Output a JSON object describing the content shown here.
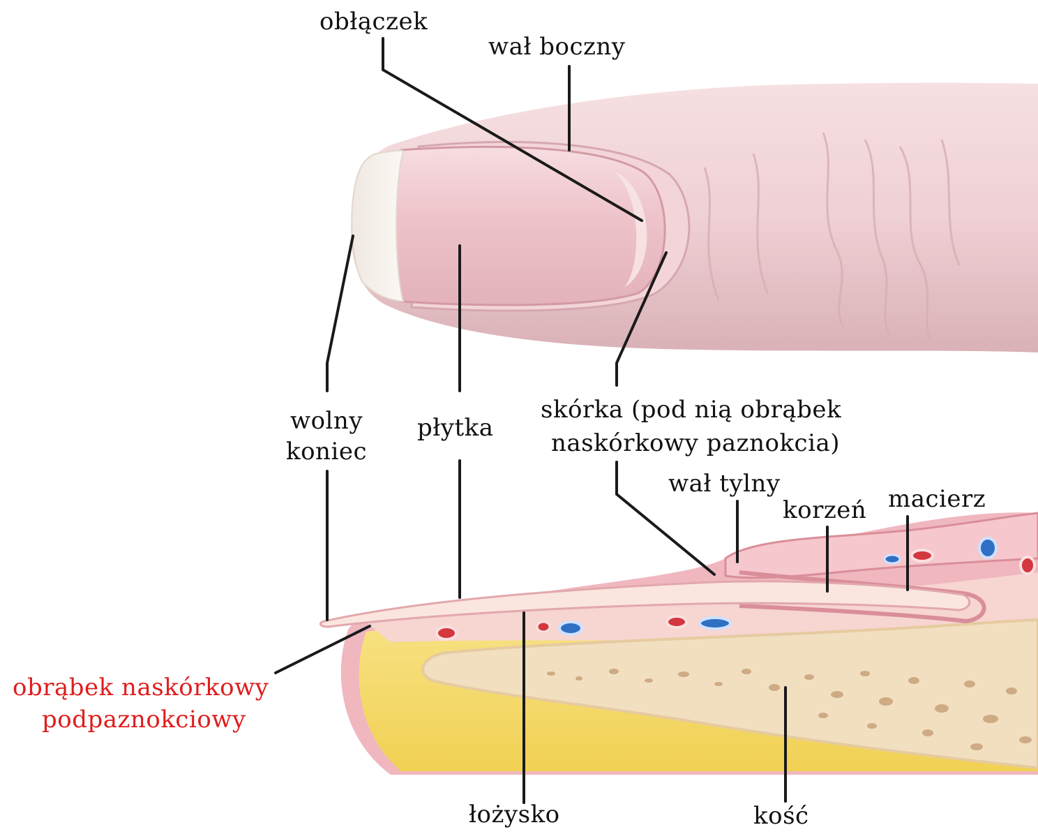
{
  "labels": {
    "oblaczek": "obłączek",
    "wal_boczny": "wał boczny",
    "wolny_koniec_1": "wolny",
    "wolny_koniec_2": "koniec",
    "plytka": "płytka",
    "skorka_1": "skórka (pod nią obrąbek",
    "skorka_2": "naskórkowy paznokcia)",
    "wal_tylny": "wał tylny",
    "korzen": "korzeń",
    "macierz": "macierz",
    "obrabek_1": "obrąbek naskórkowy",
    "obrabek_2": "podpaznokciowy",
    "lozysko": "łożysko",
    "kosc": "kość"
  },
  "colors": {
    "skin": "#f2d3d6",
    "nail": "#f0c6cd",
    "free_edge": "#f7f1ec",
    "fat": "#f6dd6a",
    "bone": "#f1dfc0",
    "bone_pores": "#c9a27a",
    "artery": "#d4373f",
    "vein": "#2f6fc4",
    "leader": "#1a1a1a",
    "highlight_label": "#e01d1d"
  }
}
